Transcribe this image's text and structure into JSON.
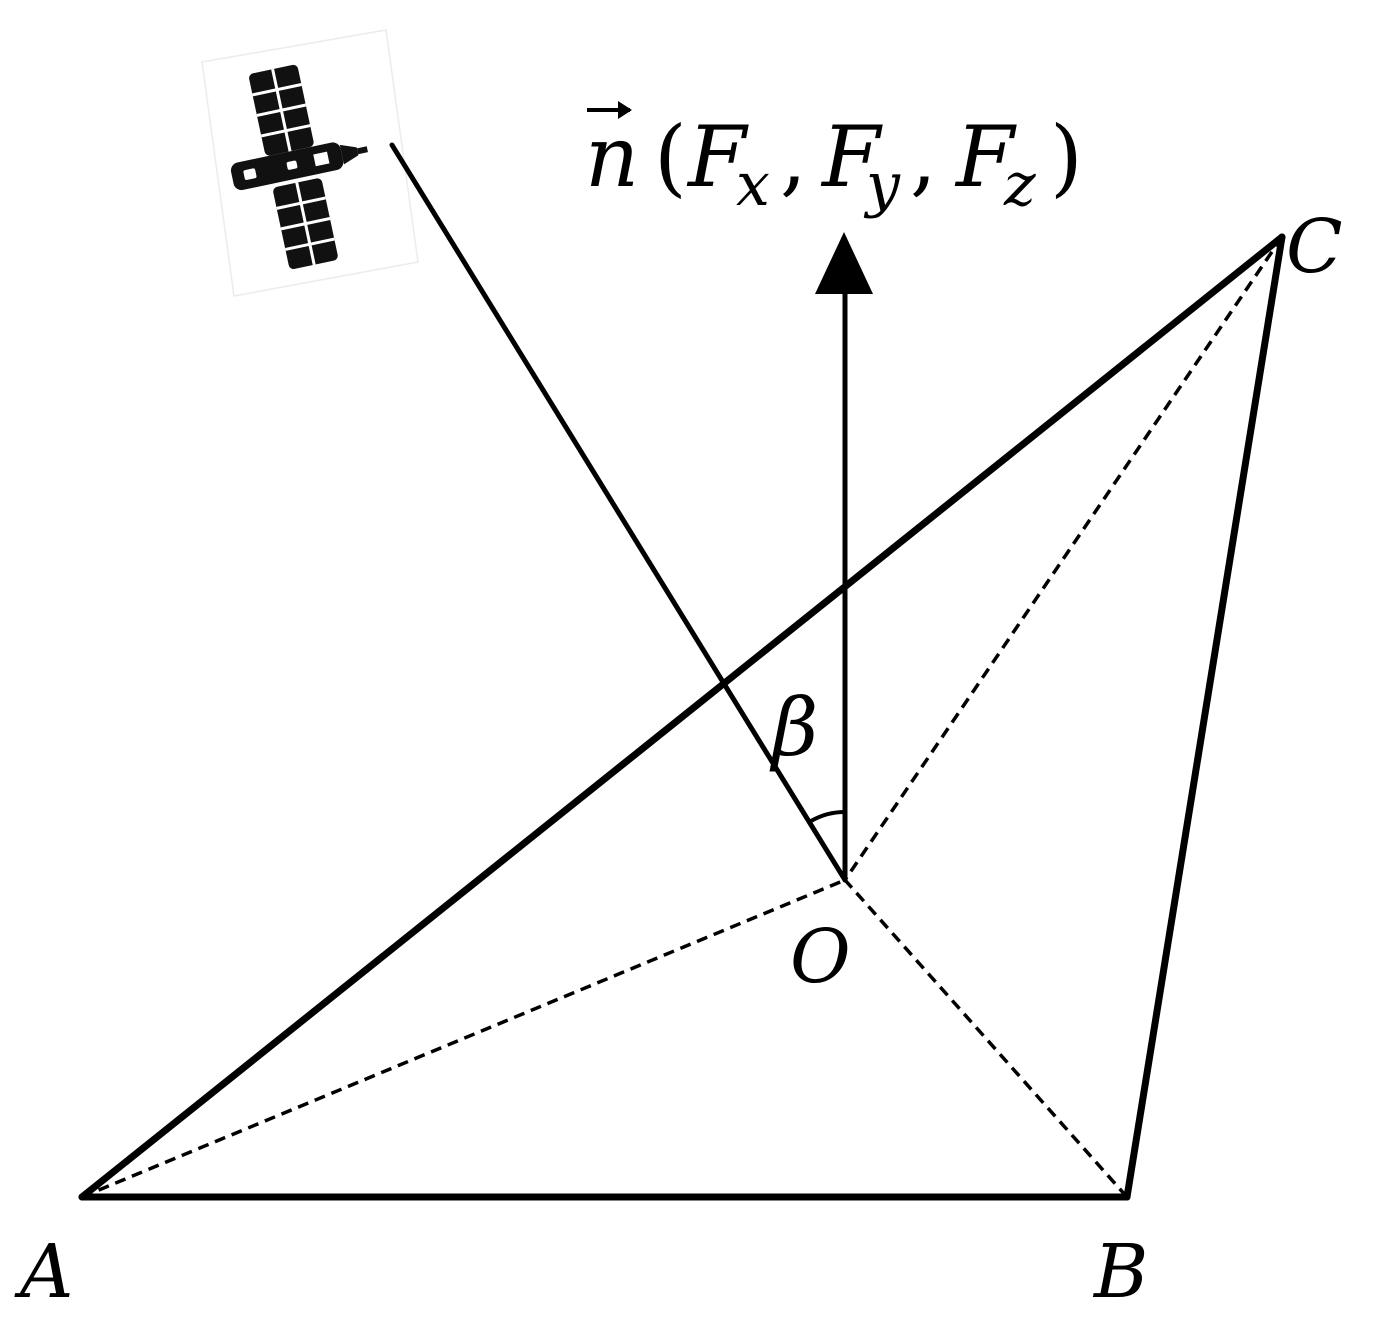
{
  "diagram": {
    "points": {
      "A": "A",
      "B": "B",
      "C": "C",
      "O": "O"
    },
    "normal_vector": {
      "symbol": "n",
      "open_paren": "(",
      "fx_base": "F",
      "fx_sub": "x",
      "comma1": ",",
      "fy_base": "F",
      "fy_sub": "y",
      "comma2": ",",
      "fz_base": "F",
      "fz_sub": "z",
      "close_paren": ")"
    },
    "angle_label": "β",
    "icons": {
      "satellite": "satellite-icon",
      "arrow": "vector-arrow-icon"
    }
  }
}
